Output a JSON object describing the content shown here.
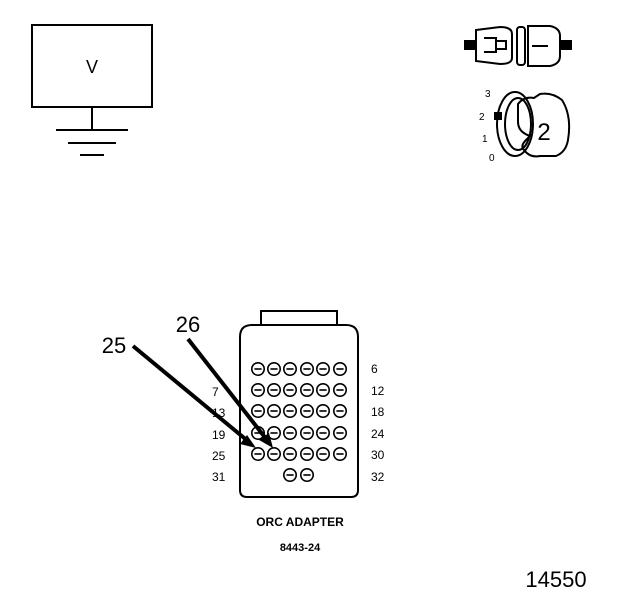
{
  "voltmeter": {
    "label": "V"
  },
  "ignition_switch": {
    "positions": [
      "3",
      "2",
      "1",
      "0"
    ],
    "selected": "2"
  },
  "adapter": {
    "name": "ORC ADAPTER",
    "part_number": "8443-24",
    "row_labels_left": [
      "7",
      "13",
      "19",
      "25",
      "31"
    ],
    "row_labels_right": [
      "6",
      "12",
      "18",
      "24",
      "30",
      "32"
    ],
    "pin_callouts": [
      "25",
      "26"
    ]
  },
  "figure_number": "14550"
}
